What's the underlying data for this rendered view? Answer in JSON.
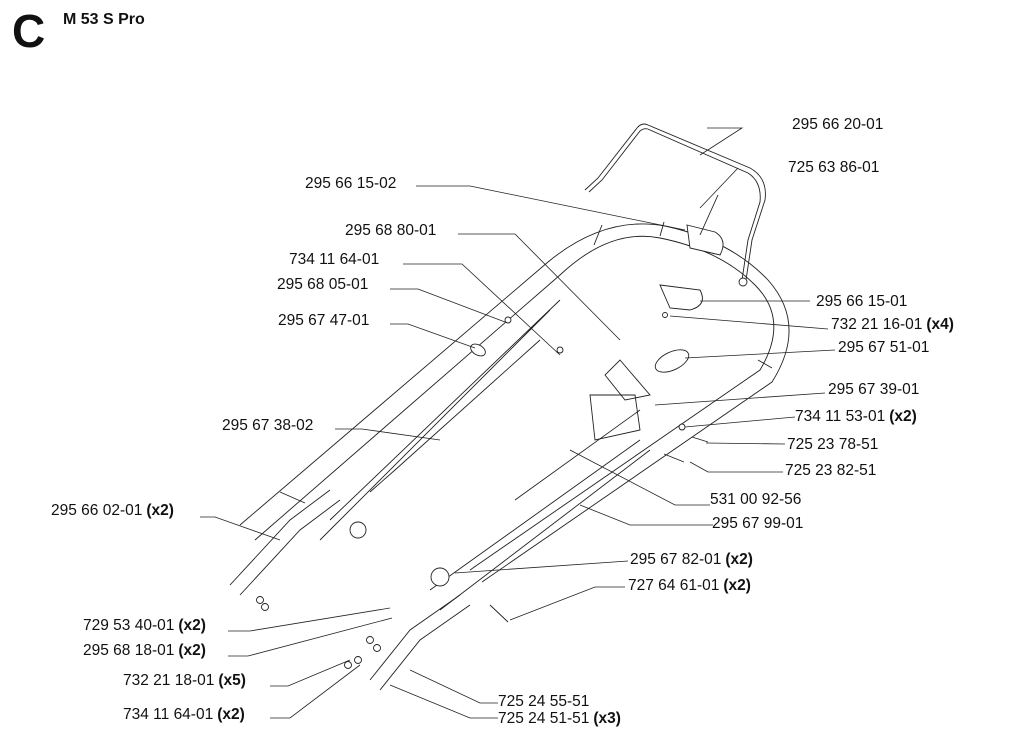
{
  "header": {
    "section": "C",
    "model": "M 53 S Pro"
  },
  "parts": [
    {
      "number": "295 66 20-01",
      "qty": ""
    },
    {
      "number": "725 63 86-01",
      "qty": ""
    },
    {
      "number": "295 66 15-02",
      "qty": ""
    },
    {
      "number": "295 68 80-01",
      "qty": ""
    },
    {
      "number": "734 11 64-01",
      "qty": ""
    },
    {
      "number": "295 68 05-01",
      "qty": ""
    },
    {
      "number": "295 66 15-01",
      "qty": ""
    },
    {
      "number": "295 67 47-01",
      "qty": ""
    },
    {
      "number": "732 21 16-01",
      "qty": "(x4)"
    },
    {
      "number": "295 67 51-01",
      "qty": ""
    },
    {
      "number": "295 67 39-01",
      "qty": ""
    },
    {
      "number": "295 67 38-02",
      "qty": ""
    },
    {
      "number": "734 11 53-01",
      "qty": "(x2)"
    },
    {
      "number": "725 23 78-51",
      "qty": ""
    },
    {
      "number": "725 23 82-51",
      "qty": ""
    },
    {
      "number": "531 00 92-56",
      "qty": ""
    },
    {
      "number": "295 66 02-01",
      "qty": "(x2)"
    },
    {
      "number": "295 67 99-01",
      "qty": ""
    },
    {
      "number": "295 67 82-01",
      "qty": "(x2)"
    },
    {
      "number": "727 64 61-01",
      "qty": "(x2)"
    },
    {
      "number": "729 53 40-01",
      "qty": "(x2)"
    },
    {
      "number": "295 68 18-01",
      "qty": "(x2)"
    },
    {
      "number": "732 21 18-01",
      "qty": "(x5)"
    },
    {
      "number": "734 11 64-01",
      "qty": "(x2)"
    },
    {
      "number": "725 24 55-51",
      "qty": ""
    },
    {
      "number": "725 24 51-51",
      "qty": "(x3)"
    }
  ]
}
